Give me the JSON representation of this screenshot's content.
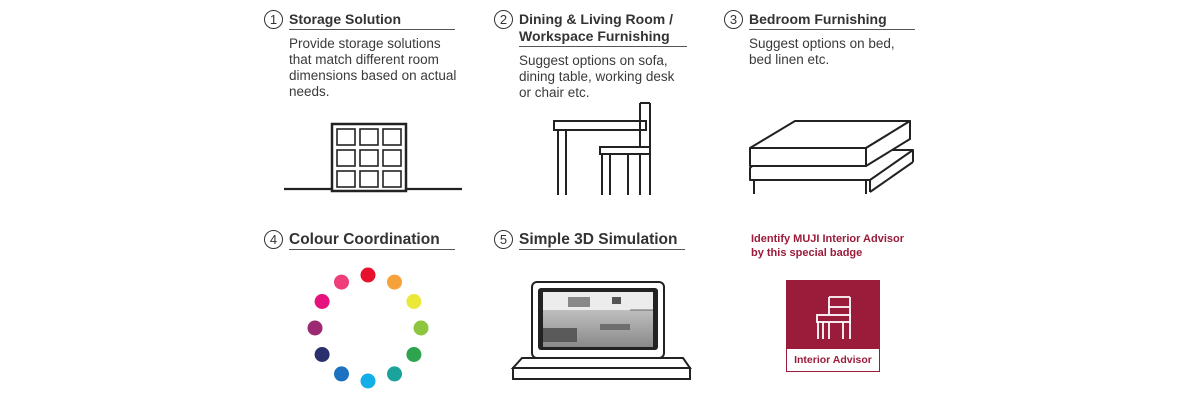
{
  "items": [
    {
      "num": "1",
      "title_lines": [
        "Storage Solution"
      ],
      "desc_lines": [
        "Provide storage solutions",
        "that match different room",
        "dimensions based on actual",
        "needs."
      ]
    },
    {
      "num": "2",
      "title_lines": [
        "Dining & Living Room /",
        "Workspace Furnishing"
      ],
      "desc_lines": [
        "Suggest options on sofa,",
        "dining table, working desk",
        "or chair etc."
      ]
    },
    {
      "num": "3",
      "title_lines": [
        "Bedroom Furnishing"
      ],
      "desc_lines": [
        "Suggest options on bed,",
        "bed linen etc."
      ]
    },
    {
      "num": "4",
      "title_lines": [
        "Colour Coordination"
      ],
      "desc_lines": []
    },
    {
      "num": "5",
      "title_lines": [
        "Simple 3D Simulation"
      ],
      "desc_lines": []
    }
  ],
  "badge": {
    "caption_lines": [
      "Identify MUJI Interior Advisor",
      "by this special badge"
    ],
    "label": "Interior Advisor",
    "color": "#9b1b3a"
  },
  "colour_wheel": [
    "#e8112d",
    "#f7a13a",
    "#ece83a",
    "#8cc63f",
    "#2ea44f",
    "#1aa39a",
    "#11aee8",
    "#1c72c0",
    "#2a2f6e",
    "#9b2a73",
    "#e6137e",
    "#ee3f7a"
  ]
}
